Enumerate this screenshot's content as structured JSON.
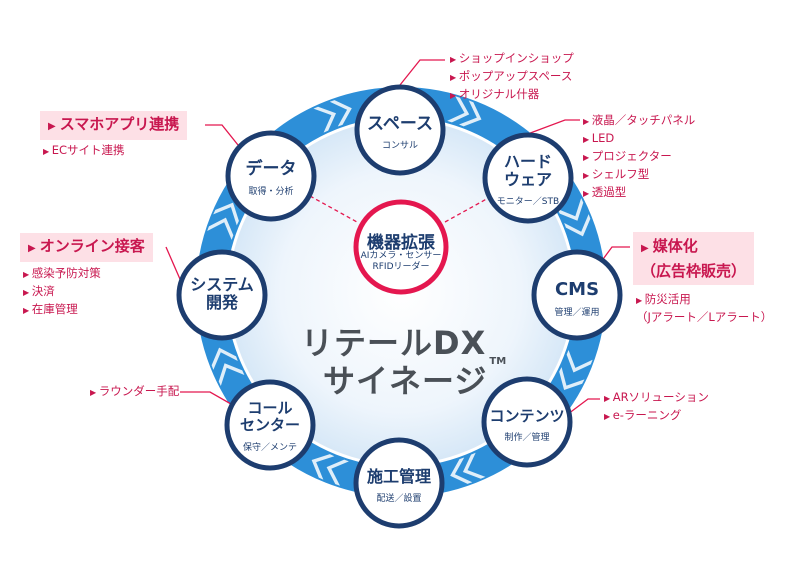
{
  "diagram": {
    "main_title": {
      "line1": "リテールDX",
      "line2": "サイネージ",
      "tm": "TM"
    },
    "center": {
      "title": "機器拡張",
      "sub1": "AIカメラ・センサー",
      "sub2": "RFIDリーダー"
    },
    "nodes": [
      {
        "id": "space",
        "title1": "スペース",
        "title2": "",
        "sub": "コンサル"
      },
      {
        "id": "hard",
        "title1": "ハード",
        "title2": "ウェア",
        "sub": "モニター／STB"
      },
      {
        "id": "cms",
        "title1": "CMS",
        "title2": "",
        "sub": "管理／運用"
      },
      {
        "id": "contents",
        "title1": "コンテンツ",
        "title2": "",
        "sub": "制作／管理"
      },
      {
        "id": "sekou",
        "title1": "施工管理",
        "title2": "",
        "sub": "配送／設置"
      },
      {
        "id": "call",
        "title1": "コール",
        "title2": "センター",
        "sub": "保守／メンテ"
      },
      {
        "id": "system",
        "title1": "システム",
        "title2": "開発",
        "sub": ""
      },
      {
        "id": "data",
        "title1": "データ",
        "title2": "",
        "sub": "取得・分析"
      }
    ],
    "annotations": {
      "space": [
        "ショップインショップ",
        "ポップアップスペース",
        "オリジナル什器"
      ],
      "hard": [
        "液晶／タッチパネル",
        "LED",
        "プロジェクター",
        "シェルフ型",
        "透過型"
      ],
      "cms_highlight": [
        "媒体化",
        "（広告枠販売）"
      ],
      "cms": [
        "防災活用",
        "（Jアラート／Lアラート）"
      ],
      "contents": [
        "ARソリューション",
        "e-ラーニング"
      ],
      "call": [
        "ラウンダー手配"
      ],
      "system_highlight": "オンライン接客",
      "system": [
        "感染予防対策",
        "決済",
        "在庫管理"
      ],
      "data_highlight": "スマホアプリ連携",
      "data": [
        "ECサイト連携"
      ]
    },
    "colors": {
      "navy": "#1d3d6f",
      "accent_red": "#e4174f",
      "text_red": "#c8174f",
      "ring_blue": "#2d8fd8",
      "highlight_bg": "#fde0e6"
    }
  }
}
